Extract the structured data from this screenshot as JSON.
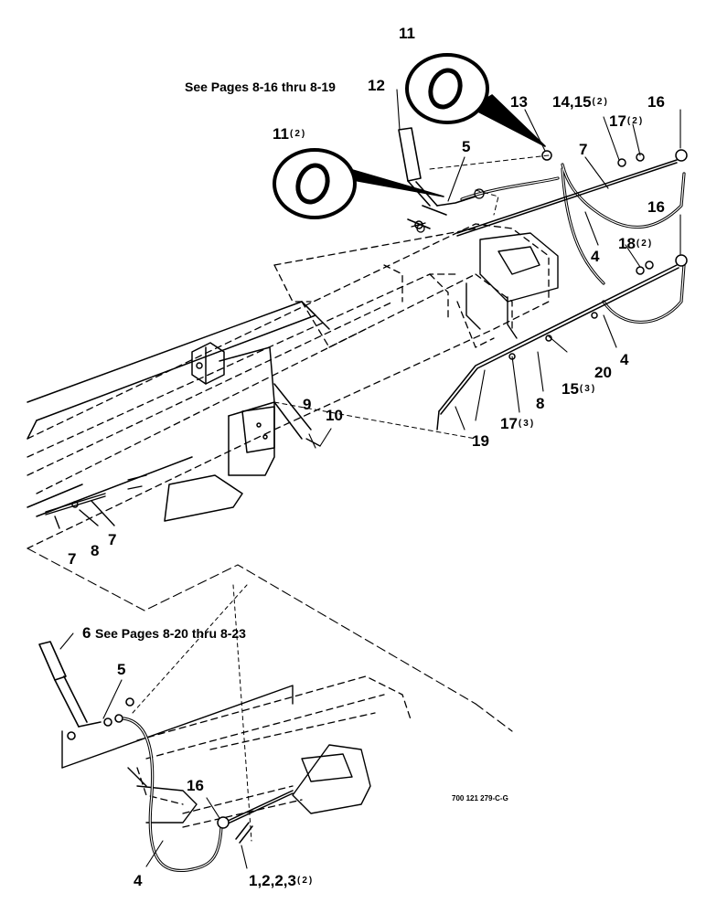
{
  "diagram": {
    "figure_code": "700 121 279-C-G",
    "references": {
      "upper": "See Pages 8-16 thru 8-19",
      "lower": "See Pages 8-20 thru 8-23"
    },
    "callouts": [
      {
        "id": "c11a",
        "num": "11",
        "qty": ""
      },
      {
        "id": "c12",
        "num": "12",
        "qty": ""
      },
      {
        "id": "c13",
        "num": "13",
        "qty": ""
      },
      {
        "id": "c1415",
        "num": "14,15",
        "qty": "(2)"
      },
      {
        "id": "c16a",
        "num": "16",
        "qty": ""
      },
      {
        "id": "c17a",
        "num": "17",
        "qty": "(2)"
      },
      {
        "id": "c11b",
        "num": "11",
        "qty": "(2)"
      },
      {
        "id": "c5a",
        "num": "5",
        "qty": ""
      },
      {
        "id": "c7a",
        "num": "7",
        "qty": ""
      },
      {
        "id": "c16b",
        "num": "16",
        "qty": ""
      },
      {
        "id": "c18",
        "num": "18",
        "qty": "(2)"
      },
      {
        "id": "c4a",
        "num": "4",
        "qty": ""
      },
      {
        "id": "c4b",
        "num": "4",
        "qty": ""
      },
      {
        "id": "c20",
        "num": "20",
        "qty": ""
      },
      {
        "id": "c15",
        "num": "15",
        "qty": "(3)"
      },
      {
        "id": "c8a",
        "num": "8",
        "qty": ""
      },
      {
        "id": "c17b",
        "num": "17",
        "qty": "(3)"
      },
      {
        "id": "c19",
        "num": "19",
        "qty": ""
      },
      {
        "id": "c9",
        "num": "9",
        "qty": ""
      },
      {
        "id": "c10",
        "num": "10",
        "qty": ""
      },
      {
        "id": "c7b",
        "num": "7",
        "qty": ""
      },
      {
        "id": "c8b",
        "num": "8",
        "qty": ""
      },
      {
        "id": "c7c",
        "num": "7",
        "qty": ""
      },
      {
        "id": "c6",
        "num": "6",
        "qty": ""
      },
      {
        "id": "c5b",
        "num": "5",
        "qty": ""
      },
      {
        "id": "c16c",
        "num": "16",
        "qty": ""
      },
      {
        "id": "c4c",
        "num": "4",
        "qty": ""
      },
      {
        "id": "c1223",
        "num": "1,2,2,3",
        "qty": "(2)"
      }
    ]
  }
}
